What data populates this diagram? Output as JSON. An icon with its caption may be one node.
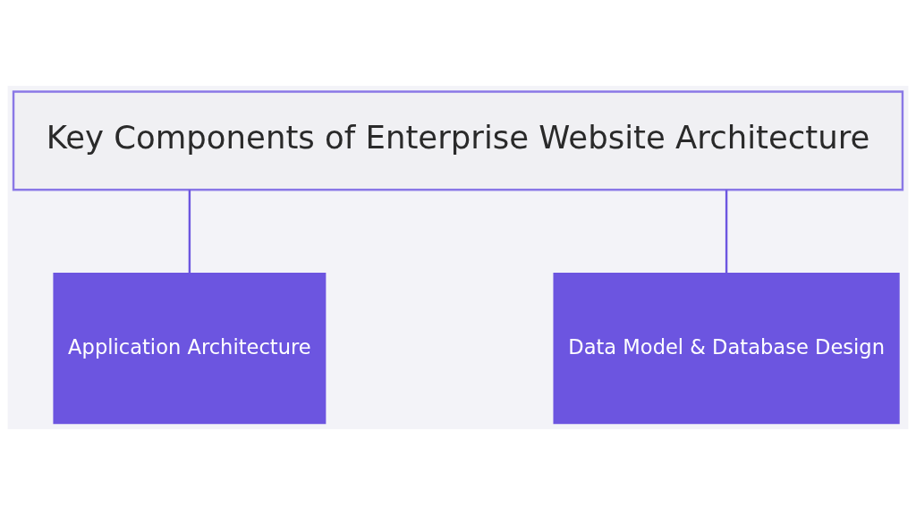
{
  "diagram": {
    "nodes": [
      {
        "text": [
          "Key Components of Enterprise Website Architecture"
        ]
      },
      {
        "text": [
          "Application Architecture"
        ]
      },
      {
        "text": [
          "Data Model & Database Design"
        ]
      }
    ],
    "edges": [
      {
        "from": 0,
        "to": 1,
        "arrow": "none"
      },
      {
        "from": 0,
        "to": 2,
        "arrow": "none"
      }
    ]
  }
}
